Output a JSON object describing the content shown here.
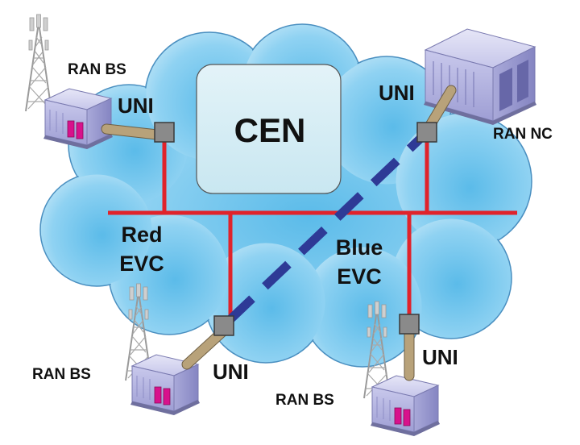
{
  "diagram": {
    "cloud_label": "CEN",
    "sites": {
      "top_left": "RAN BS",
      "top_right": "RAN NC",
      "bottom_left": "RAN BS",
      "bottom_right": "RAN BS"
    },
    "uni_labels": {
      "top_left": "UNI",
      "top_right": "UNI",
      "bottom_left": "UNI",
      "bottom_right": "UNI"
    },
    "evcs": {
      "red": {
        "line1": "Red",
        "line2": "EVC",
        "color": "#e0232b"
      },
      "blue": {
        "line1": "Blue",
        "line2": "EVC",
        "color": "#2e3a96"
      }
    },
    "colors": {
      "cloud": "#7fcdf0",
      "cen_box": "#d3edf4",
      "uni_box": "#8a8a8a",
      "access_link": "#b8a27a",
      "equipment_body": "#b9b9e3",
      "equipment_port": "#d8118c"
    }
  }
}
